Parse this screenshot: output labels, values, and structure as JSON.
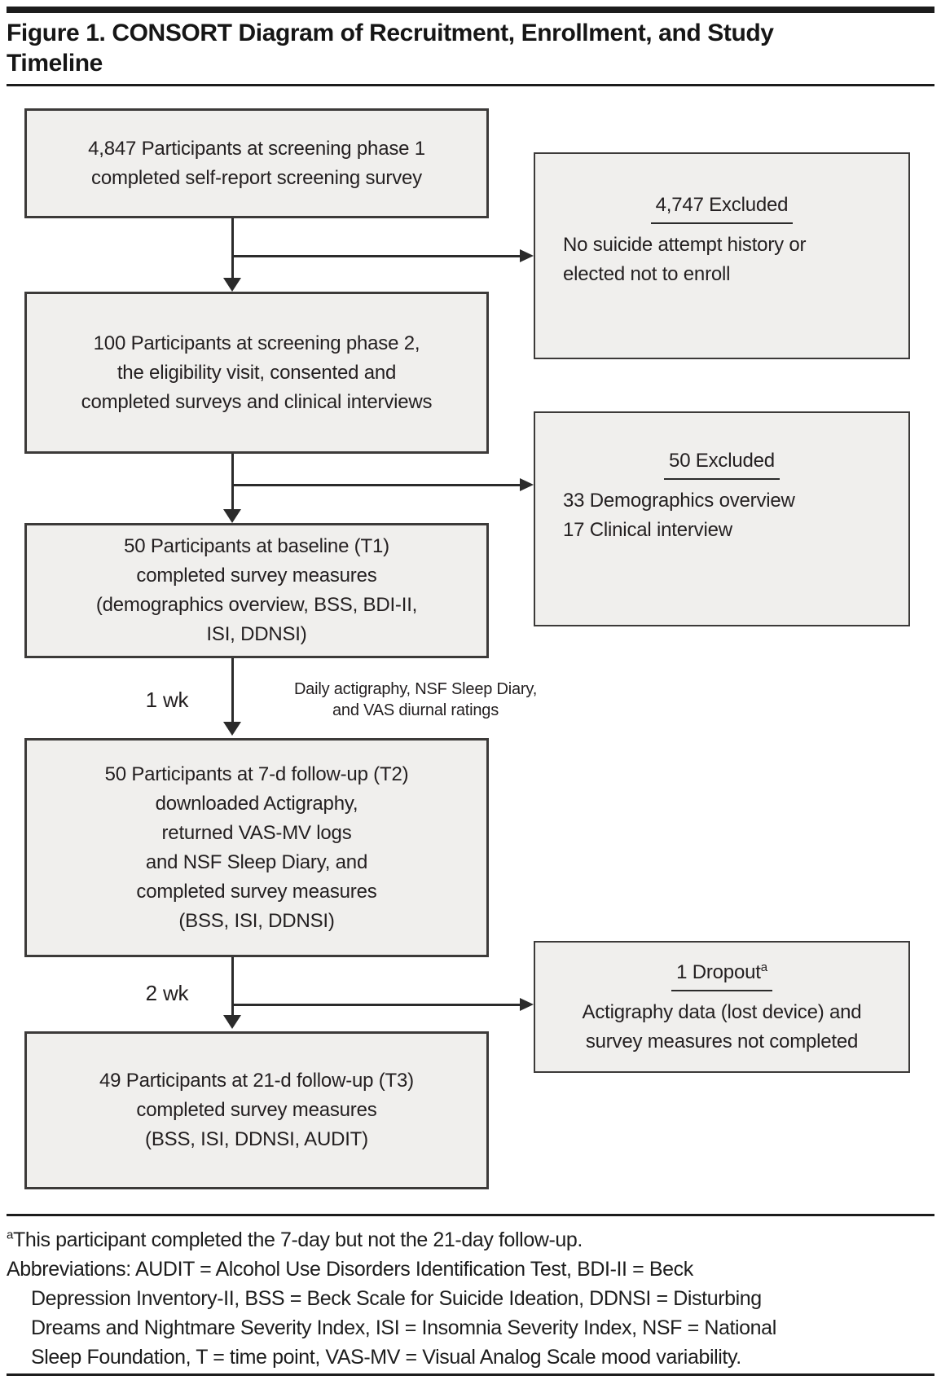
{
  "figure": {
    "title_lines": [
      "Figure 1. CONSORT Diagram of Recruitment, Enrollment, and Study",
      "Timeline"
    ]
  },
  "colors": {
    "box_fill": "#f0efed",
    "box_border": "#3c3a39",
    "line": "#2b2b2b",
    "text": "#231f20"
  },
  "boxes": {
    "screening1": {
      "lines": [
        "4,847 Participants at screening phase 1",
        "completed self-report screening survey"
      ]
    },
    "screening2": {
      "lines": [
        "100 Participants at screening phase 2,",
        "the eligibility visit, consented and",
        "completed surveys and clinical interviews"
      ]
    },
    "baseline": {
      "lines": [
        "50 Participants at baseline (T1)",
        "completed survey measures",
        "(demographics overview, BSS, BDI-II,",
        "ISI, DDNSI)"
      ]
    },
    "followup7": {
      "lines": [
        "50 Participants at 7-d follow-up (T2)",
        "downloaded Actigraphy,",
        "returned VAS-MV logs",
        "and NSF Sleep Diary, and",
        "completed survey measures",
        "(BSS, ISI, DDNSI)"
      ]
    },
    "followup21": {
      "lines": [
        "49 Participants at 21-d follow-up (T3)",
        "completed survey measures",
        "(BSS, ISI, DDNSI, AUDIT)"
      ]
    }
  },
  "side": {
    "excluded1": {
      "header": "4,747 Excluded",
      "body": [
        "No suicide attempt history or",
        "elected not to enroll"
      ]
    },
    "excluded2": {
      "header": "50 Excluded",
      "body": [
        "33 Demographics overview",
        "17 Clinical interview"
      ]
    },
    "dropout": {
      "header": "1 Dropout",
      "header_sup": "a",
      "body": [
        "Actigraphy data (lost device) and",
        "survey measures not completed"
      ]
    }
  },
  "labels": {
    "interval1": "1 wk",
    "interval2": "2 wk",
    "note": [
      "Daily actigraphy, NSF Sleep Diary,",
      "and VAS diurnal ratings"
    ]
  },
  "footnotes": {
    "sup": "a",
    "note": "This participant completed the 7-day but not the 21-day follow-up.",
    "abbreviations": [
      "Abbreviations: AUDIT = Alcohol Use Disorders Identification Test, BDI-II = Beck",
      "Depression Inventory-II, BSS = Beck Scale for Suicide Ideation, DDNSI = Disturbing",
      "Dreams and Nightmare Severity Index, ISI = Insomnia Severity Index, NSF = National",
      "Sleep Foundation, T = time point, VAS-MV = Visual Analog Scale mood variability."
    ]
  }
}
